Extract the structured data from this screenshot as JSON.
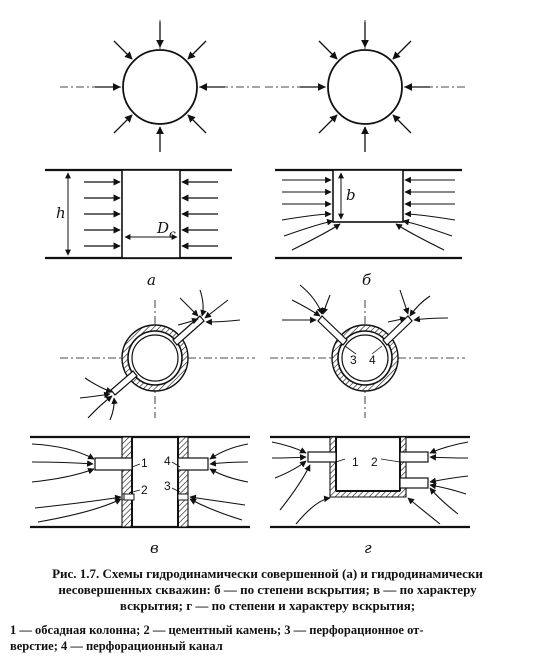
{
  "figure": {
    "panel_labels": {
      "a": "а",
      "b": "б",
      "v": "в",
      "g": "г"
    },
    "dim_labels": {
      "h": "h",
      "dc_main": "D",
      "dc_sub": "с",
      "b": "b"
    },
    "component_numbers": [
      "1",
      "2",
      "3",
      "4"
    ]
  },
  "caption": {
    "title_lines": [
      "Рис. 1.7. Схемы гидродинамически совершенной (а) и гидродинамически",
      "несовершенных скважин: б — по степени вскрытия; в — по характеру",
      "вскрытия; г — по степени и характеру вскрытия;"
    ],
    "legend_lines": [
      "1 — обсадная колонна; 2 — цементный камень; 3 — перфорационное от-",
      "верстие; 4 — перфорационный канал"
    ]
  }
}
